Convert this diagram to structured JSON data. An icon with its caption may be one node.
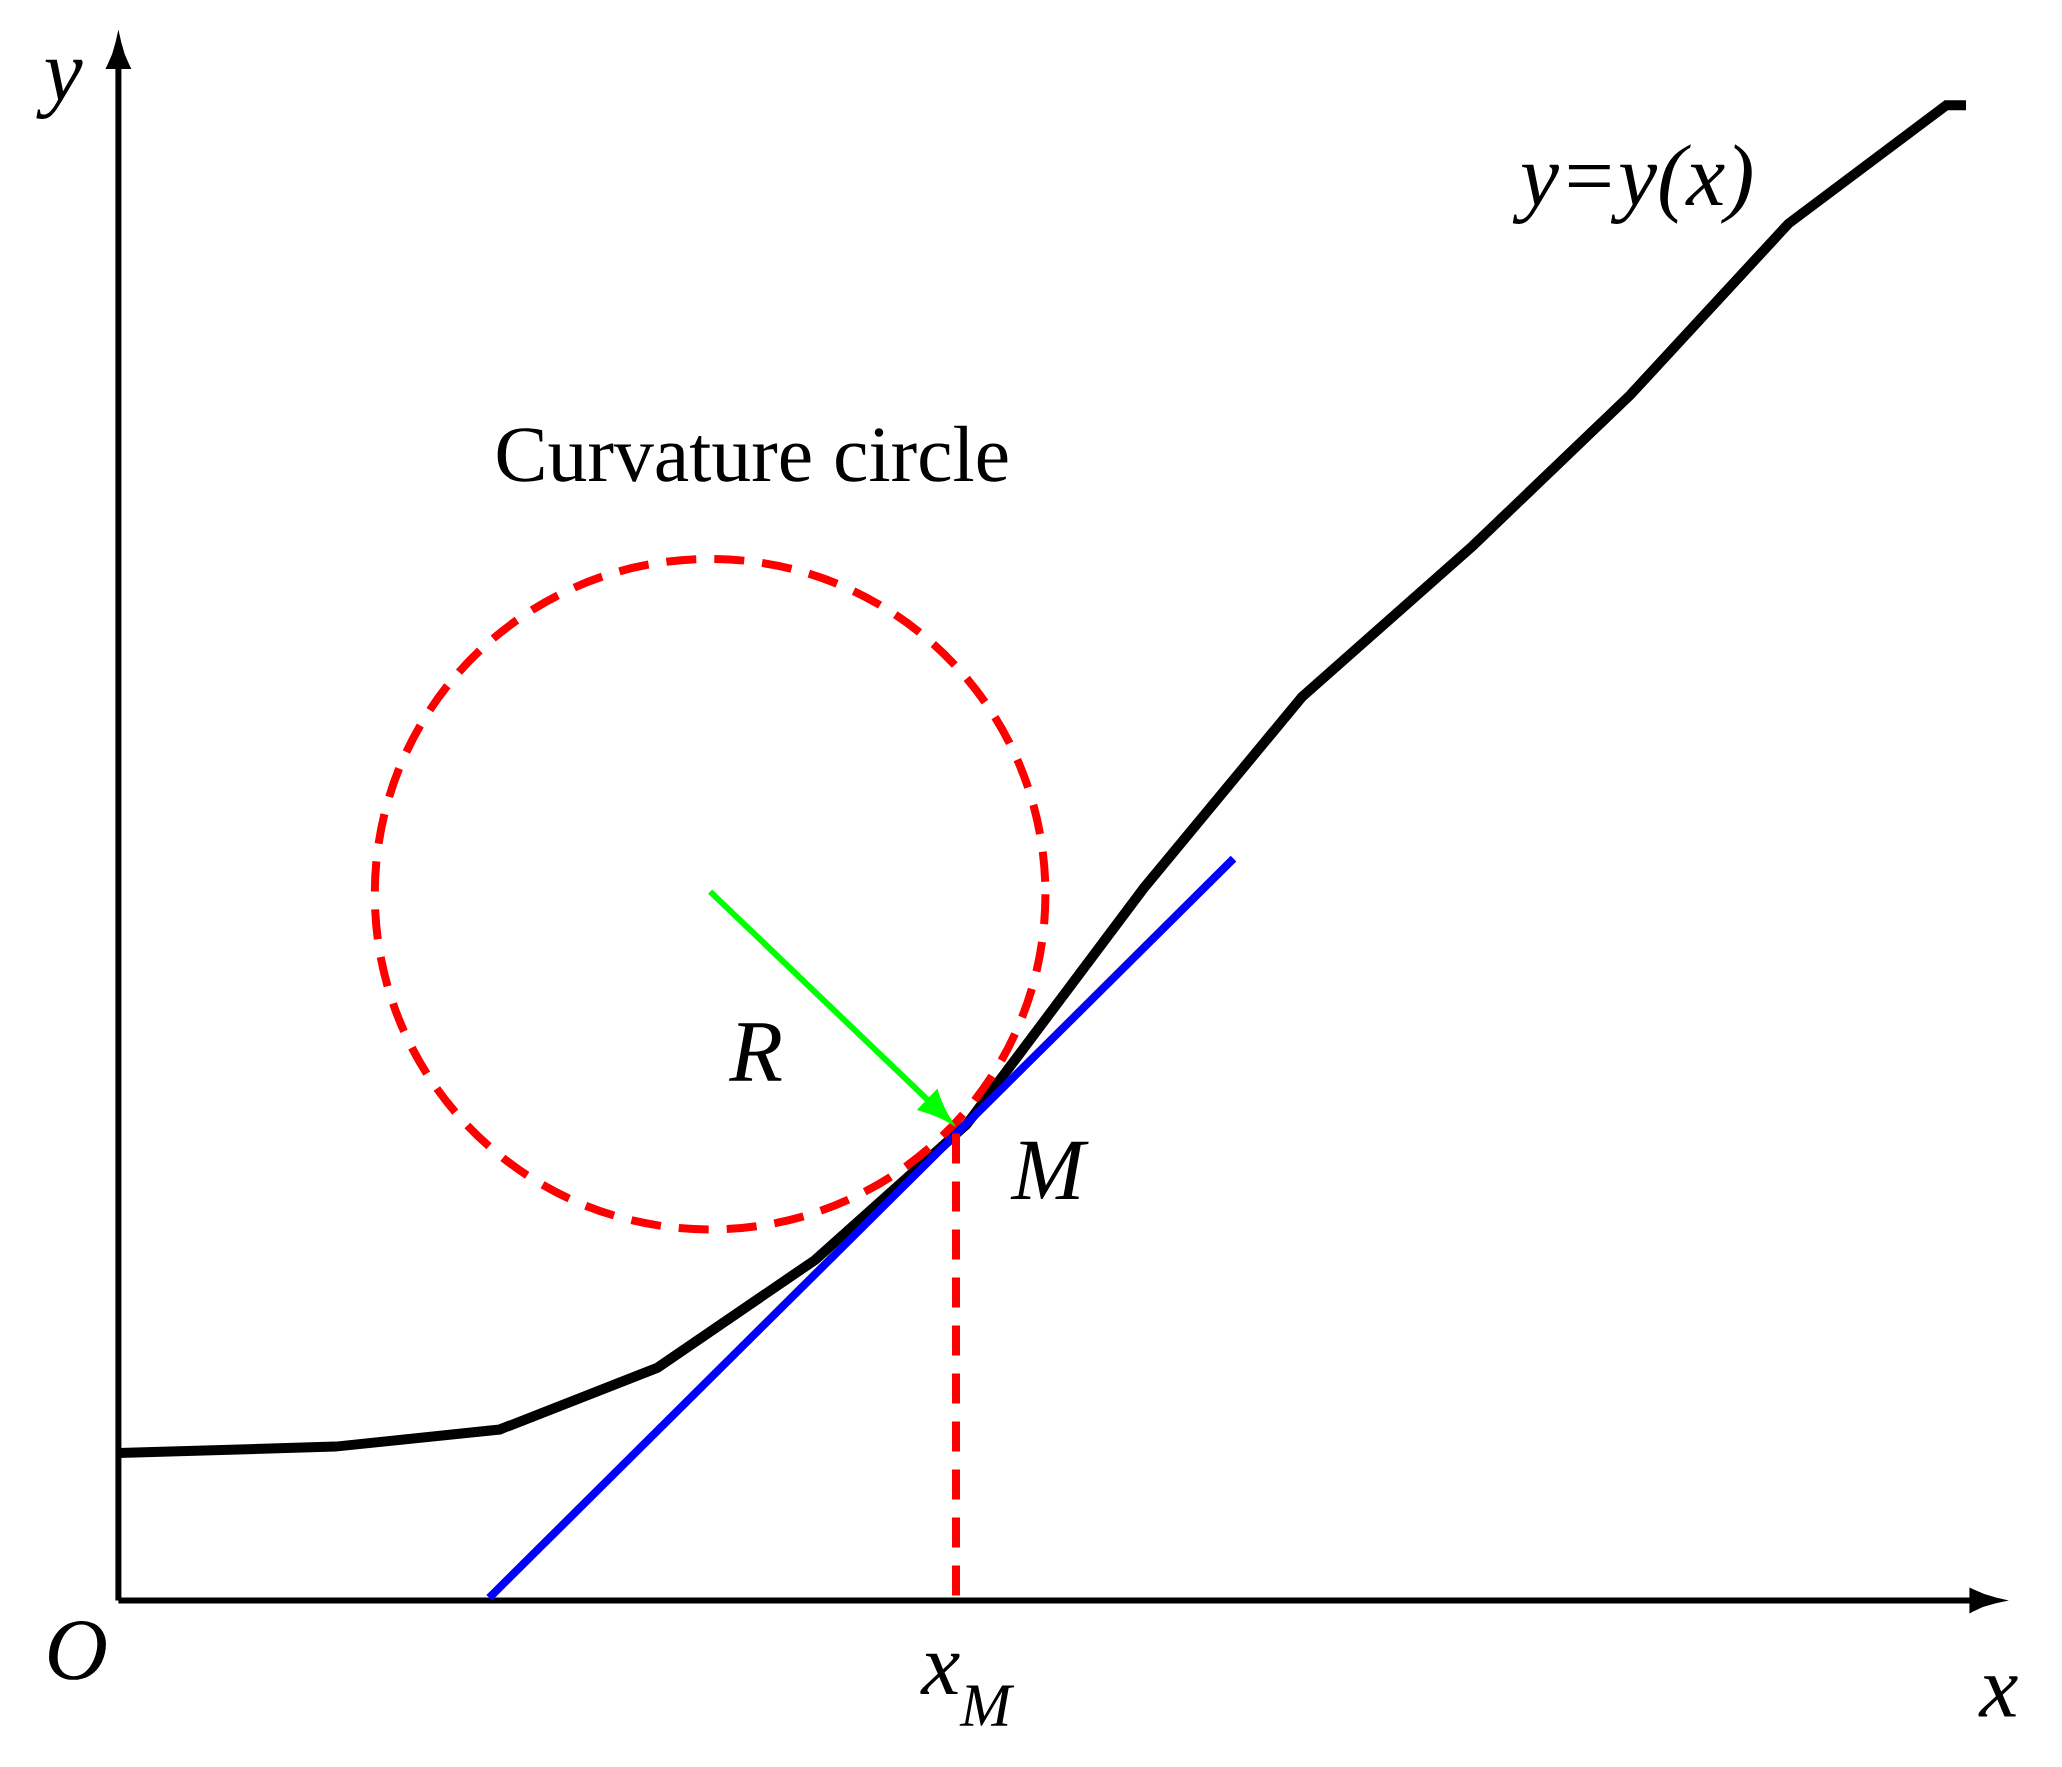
{
  "diagram": {
    "labels": [
      "y",
      "y=y(x)",
      "Curvature circle",
      "R",
      "M",
      "O",
      "x$_{M}$",
      "x"
    ]
  }
}
